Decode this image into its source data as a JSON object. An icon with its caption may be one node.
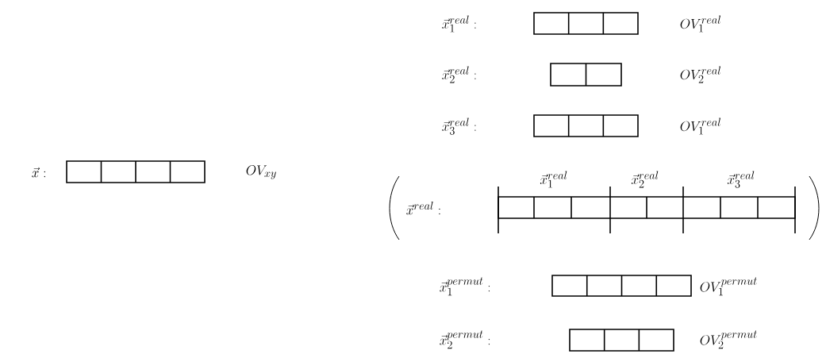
{
  "diagram": {
    "labels": [
      "\\vec{x}_1^{real}:",
      "OV_1^{real}",
      "\\vec{x}_2^{real}:",
      "OV_2^{real}",
      "\\vec{x}_3^{real}:",
      "OV_1^{real}",
      "\\vec{x}:",
      "OV_{xy}",
      "\\vec{x}_1^{real}",
      "\\vec{x}_2^{real}",
      "\\vec{x}_3^{real}",
      "\\vec{x}^{real}:",
      "\\vec{x}_1^{permut}:",
      "OV_1^{permut}",
      "\\vec{x}_2^{permut}:",
      "OV_2^{permut}"
    ]
  }
}
